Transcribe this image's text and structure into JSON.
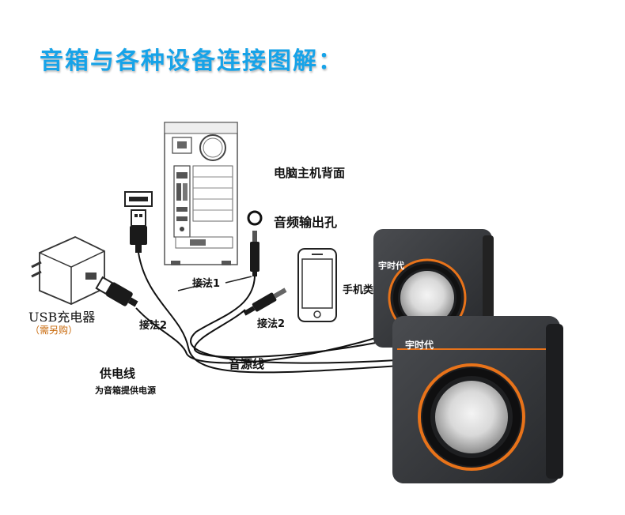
{
  "title": "音箱与各种设备连接图解：",
  "labels": {
    "pc_back": "电脑主机背面",
    "audio_out": "音频输出孔",
    "phone": "手机类",
    "usb_charger": "USB充电器",
    "usb_charger_note": "（需另购）",
    "method1": "接法1",
    "method2_left": "接法2",
    "method2_right": "接法2",
    "audio_cable": "音源线",
    "power_cable": "供电线",
    "power_cable_note": "为音箱提供电源"
  },
  "speaker": {
    "brand": "宇时代",
    "accent_color": "#e8731a",
    "body_color": "#333538"
  },
  "colors": {
    "title": "#17a3e8",
    "note": "#c8680a"
  }
}
